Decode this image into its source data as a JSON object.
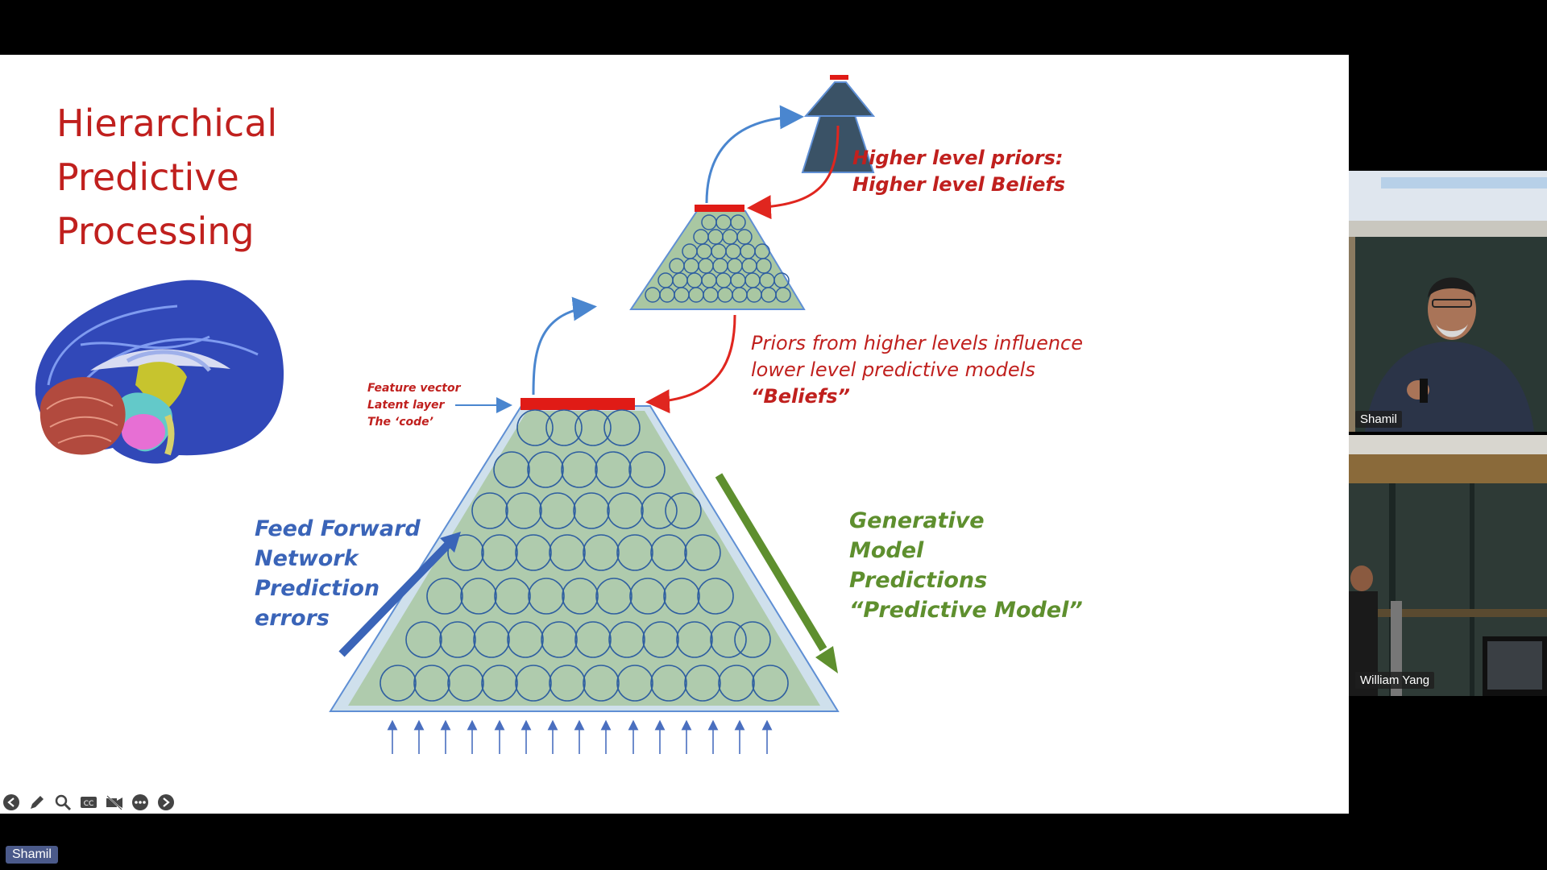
{
  "slide": {
    "title_lines": [
      "Hierarchical",
      "Predictive",
      "Processing"
    ],
    "feature_lines": [
      "Feature vector",
      "Latent layer",
      "The ‘code’"
    ],
    "higher_lines": [
      "Higher level priors:",
      "Higher level Beliefs"
    ],
    "priors_lines": [
      "Priors from higher levels influence",
      "lower level  predictive models",
      "“Beliefs”"
    ],
    "feedforward_lines": [
      "Feed Forward",
      "Network",
      "Prediction",
      "errors"
    ],
    "generative_lines": [
      "Generative",
      "Model",
      "Predictions",
      "“Predictive Model”"
    ]
  },
  "toolbar": {
    "icons": [
      "back-arrow-icon",
      "pen-icon",
      "zoom-icon",
      "closed-caption-icon",
      "video-off-icon",
      "more-icon",
      "forward-arrow-icon"
    ]
  },
  "participants": [
    {
      "name": "Shamil"
    },
    {
      "name": "William Yang"
    }
  ],
  "presenter_tag": "Shamil",
  "colors": {
    "title_red": "#c0201e",
    "feedforward_blue": "#3a64b8",
    "generative_green": "#5e8f2e",
    "pyramid_fill": "#a9c7a2",
    "pyramid_edge": "#5f8fd4",
    "latent_bar": "#e01b16"
  }
}
